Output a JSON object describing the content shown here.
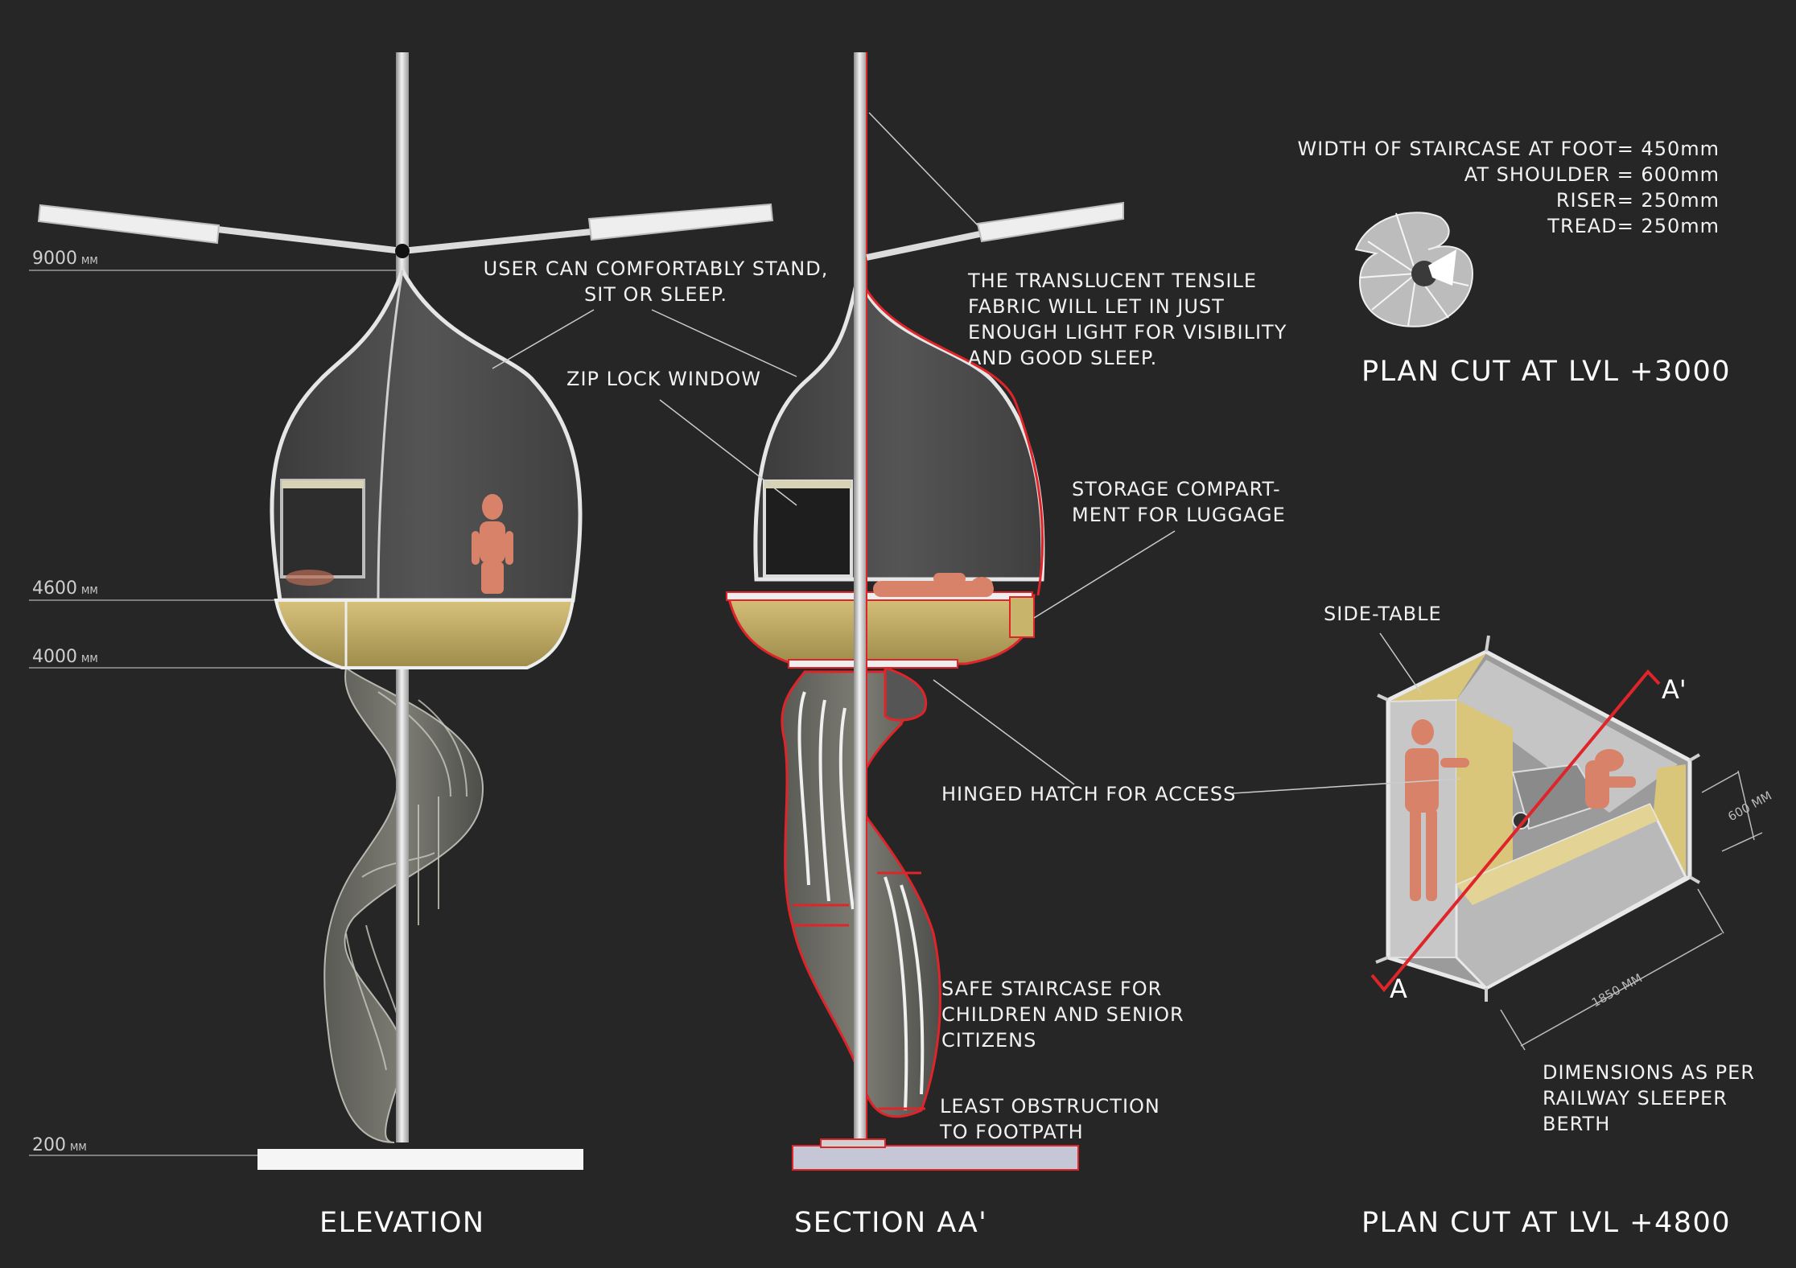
{
  "colors": {
    "background": "#262626",
    "text": "#f2f2f2",
    "fabric": "#4b4b4b",
    "frame": "#e6e6e6",
    "floor": "#c9b46b",
    "section_red": "#e0252a",
    "human": "#d9826a",
    "leader": "#cccccc"
  },
  "levels": [
    {
      "value": "9000",
      "unit": "MM"
    },
    {
      "value": "4600",
      "unit": "MM"
    },
    {
      "value": "4000",
      "unit": "MM"
    },
    {
      "value": "200",
      "unit": "MM"
    }
  ],
  "annotations": {
    "user": [
      "USER CAN COMFORTABLY STAND,",
      "SIT OR SLEEP."
    ],
    "zip": "ZIP LOCK WINDOW",
    "fabric": [
      "THE TRANSLUCENT TENSILE",
      "FABRIC WILL LET IN JUST",
      "ENOUGH LIGHT FOR VISIBILITY",
      "AND GOOD SLEEP."
    ],
    "storage": [
      "STORAGE COMPART-",
      "MENT FOR LUGGAGE"
    ],
    "hatch": "HINGED HATCH FOR ACCESS",
    "stair": [
      "SAFE STAIRCASE FOR",
      "CHILDREN AND SENIOR",
      "CITIZENS"
    ],
    "obstruction": [
      "LEAST OBSTRUCTION",
      "TO FOOTPATH"
    ],
    "side_table": "SIDE-TABLE",
    "dimensions_note": [
      "DIMENSIONS AS PER",
      "RAILWAY SLEEPER",
      "BERTH"
    ]
  },
  "staircase_spec": [
    "WIDTH OF STAIRCASE AT FOOT= 450mm",
    "AT SHOULDER = 600mm",
    "RISER= 250mm",
    "TREAD= 250mm"
  ],
  "plan_dims": {
    "width": "1850 MM",
    "depth": "600 MM"
  },
  "section_marks": {
    "start": "A",
    "end": "A'"
  },
  "titles": {
    "elevation": "ELEVATION",
    "section": "SECTION AA'",
    "plan3000": "PLAN CUT AT LVL +3000",
    "plan4800": "PLAN CUT AT LVL +4800"
  }
}
